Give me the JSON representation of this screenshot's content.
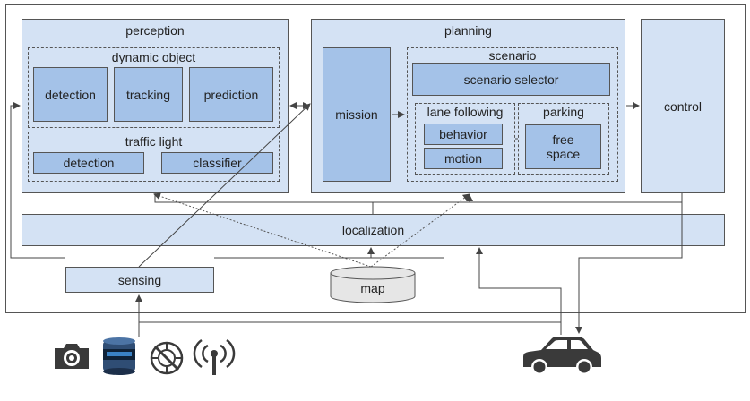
{
  "diagram": {
    "perception": {
      "title": "perception",
      "dynamic_object": {
        "title": "dynamic object",
        "detection": "detection",
        "tracking": "tracking",
        "prediction": "prediction"
      },
      "traffic_light": {
        "title": "traffic light",
        "detection": "detection",
        "classifier": "classifier"
      }
    },
    "planning": {
      "title": "planning",
      "mission": "mission",
      "scenario": {
        "title": "scenario",
        "selector": "scenario selector",
        "lane_following": {
          "title": "lane following",
          "behavior": "behavior",
          "motion": "motion"
        },
        "parking": {
          "title": "parking",
          "free_space": "free space"
        }
      }
    },
    "control": "control",
    "localization": "localization",
    "sensing": "sensing",
    "map": "map"
  },
  "icons": [
    "camera-icon",
    "lidar-icon",
    "no-gps-icon",
    "radio-antenna-icon",
    "car-icon"
  ]
}
